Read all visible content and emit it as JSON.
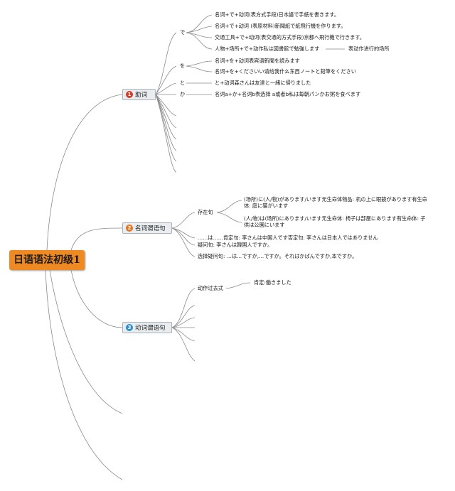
{
  "root": "日语语法初级1",
  "topics": [
    {
      "num": "1",
      "label": "助词",
      "color": "#d73a2a"
    },
    {
      "num": "2",
      "label": "名词谓语句",
      "color": "#e9731e"
    },
    {
      "num": "3",
      "label": "动词谓语句",
      "color": "#2f8fd0"
    }
  ],
  "particles": {
    "de": "で",
    "wo": "を",
    "to": "と",
    "ka": "か"
  },
  "de_items": [
    "名词+で+动词(表方式手段)日本語で手紙を書きます。",
    "名词+で+动词 (表原材料)新聞紙で紙飛行機を作ります。",
    "交通工具+で+动词(表交通的方式手段)京都へ飛行機で行きます。",
    "人物+场所+で+动作私は図書館で勉強します"
  ],
  "de_note": "表动作进行的场所",
  "wo_items": [
    "名词+を+动词表宾语新聞を読みます",
    "名词+を+くださいい请给我什么东西ノートと鉛筆をください"
  ],
  "to_item": "と+动词森さんは友達と一緒に帰りました",
  "ka_item": "名词a+か+名词b表选择 a或者b私は毎朝パンかお粥を食べます",
  "noun_sentence": {
    "existence_label": "存在句",
    "existence_items": [
      "(场所)に(人/物)があります/います无生命体物品: 机の上に眼鏡があります有生命体: 庭に猫がいます",
      "(人/物)は(场所)にあります/います无生命体: 椅子は部屋にあります有生命体: 子供は公園にいます"
    ],
    "affirm_neg": "……は……肯定句: 李さんは中国人です否定句: 李さんは日本人ではありません",
    "question": "疑问句: 李さんは韓国人ですか。",
    "choice": "选择疑问句: …は…ですか,…ですか。それはかばんですか,本ですか。"
  },
  "verb_sentence": {
    "past_label": "动作过去式",
    "past_affirm": "肯定:働きました"
  }
}
